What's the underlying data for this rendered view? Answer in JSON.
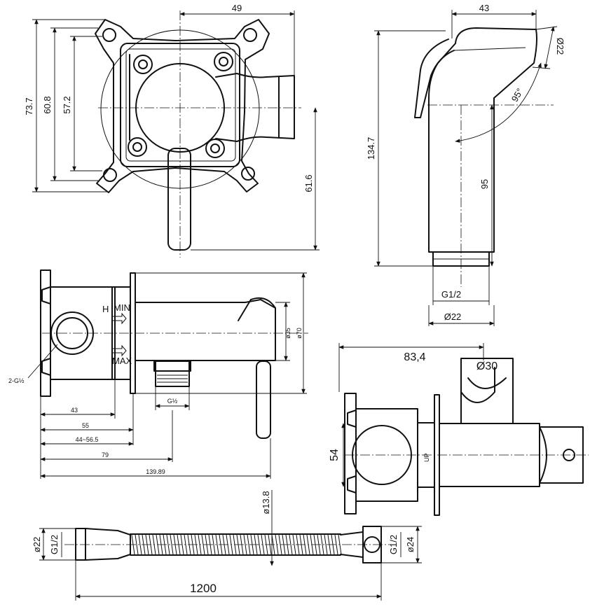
{
  "top_view": {
    "dim_width": "49",
    "dim_outer_height": "73.7",
    "dim_mid_height": "60.8",
    "dim_inner_height": "57.2",
    "dim_lever": "61.6"
  },
  "handshower": {
    "dim_head_width": "43",
    "dim_head_diameter": "Ø22",
    "dim_angle": "95°",
    "dim_total_length": "134.7",
    "dim_body_length": "95",
    "thread": "G1/2",
    "dim_base_diameter": "Ø22"
  },
  "side_view": {
    "inlet_label": "2-G½",
    "hot_label": "H",
    "min_label": "MIN",
    "max_label": "MAX",
    "dim_d35": "ø35",
    "dim_d70": "ø70",
    "outlet_label": "G½",
    "dim_43": "43",
    "dim_55": "55",
    "dim_range": "44~56.5",
    "dim_79": "79",
    "dim_total": "139.89"
  },
  "holder_view": {
    "dim_length": "83,4",
    "dim_holder_diameter": "Ø30",
    "dim_height": "54",
    "up_mark": "UP"
  },
  "hose": {
    "dim_left_diameter": "ø22",
    "left_thread": "G1/2",
    "dim_hose_diameter": "ø13.8",
    "right_thread": "G1/2",
    "dim_right_diameter": "ø24",
    "dim_length": "1200"
  }
}
